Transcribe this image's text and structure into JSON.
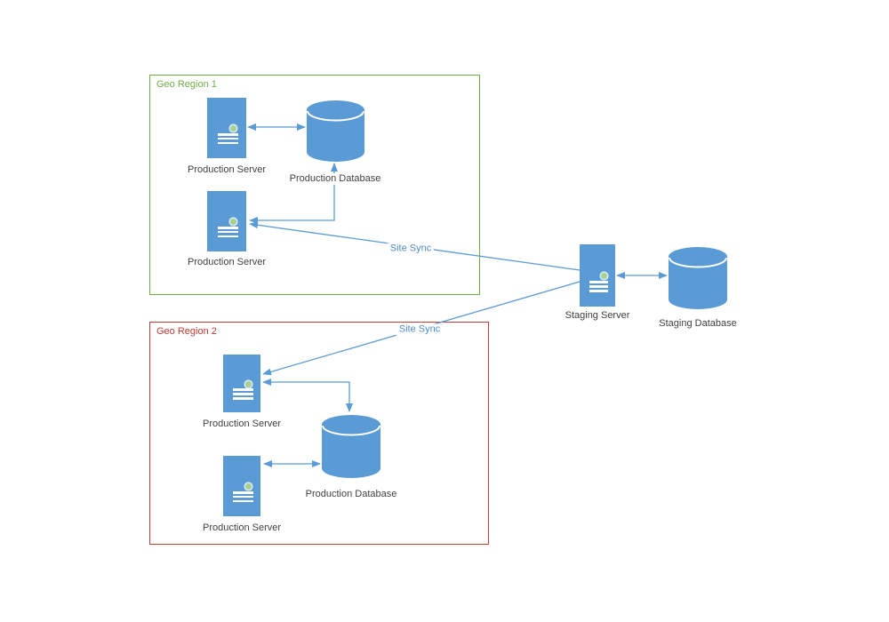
{
  "colors": {
    "shape": "#5B9BD5",
    "connector": "#5B9BD5",
    "region1": "#70AD47",
    "region2": "#C23B35",
    "nodeLabel": "#404040",
    "syncLabel": "#4E8BC9",
    "indicator": "#A9D18E",
    "indicatorRing": "#D9E8F6"
  },
  "regions": {
    "region1": {
      "label": "Geo Region 1"
    },
    "region2": {
      "label": "Geo Region 2"
    }
  },
  "nodes": {
    "r1_server_a": {
      "label": "Production Server",
      "type": "server"
    },
    "r1_server_b": {
      "label": "Production Server",
      "type": "server"
    },
    "r1_database": {
      "label": "Production Database",
      "type": "database"
    },
    "r2_server_a": {
      "label": "Production Server",
      "type": "server"
    },
    "r2_server_b": {
      "label": "Production Server",
      "type": "server"
    },
    "r2_database": {
      "label": "Production Database",
      "type": "database"
    },
    "staging_server": {
      "label": "Staging Server",
      "type": "server"
    },
    "staging_database": {
      "label": "Staging Database",
      "type": "database"
    }
  },
  "connectors": {
    "sync1": {
      "label": "Site Sync"
    },
    "sync2": {
      "label": "Site Sync"
    }
  },
  "icons": {
    "server": "server-icon",
    "database": "database-cylinder-icon"
  }
}
